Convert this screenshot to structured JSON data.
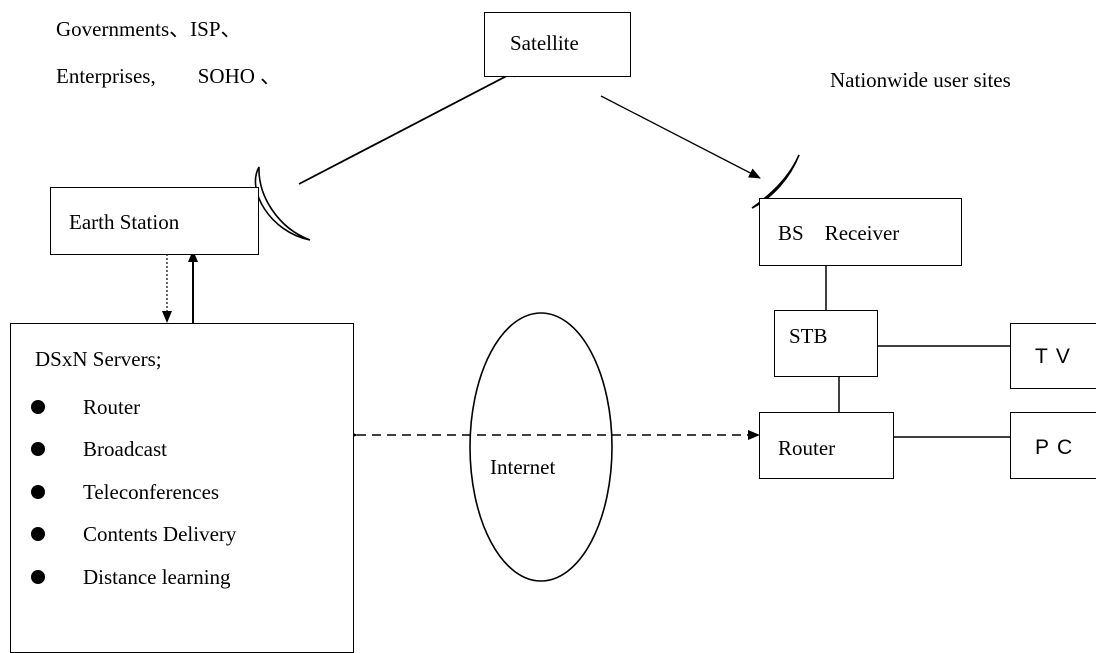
{
  "sources": {
    "line1": "Governments、ISP、",
    "line2": "Enterprises,　　SOHO 、"
  },
  "user_sites": "Nationwide user sites",
  "nodes": {
    "satellite": "Satellite",
    "earth_station": "Earth Station",
    "bs_receiver": "BS　Receiver",
    "stb": "STB",
    "router": "Router",
    "tv": "TV",
    "pc": "PC",
    "internet": "Internet"
  },
  "servers": {
    "title": "DSxN Servers;",
    "items": [
      "Router",
      "Broadcast",
      "Teleconferences",
      "Contents Delivery",
      "Distance learning"
    ]
  }
}
